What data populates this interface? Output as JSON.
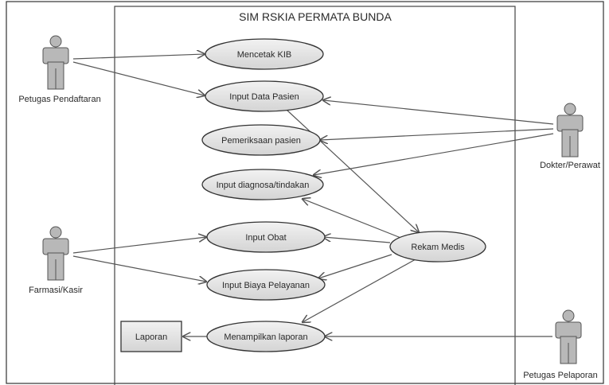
{
  "system": {
    "title": "SIM RSKIA PERMATA BUNDA"
  },
  "actors": [
    {
      "id": "petugas-pendaftaran",
      "label": "Petugas Pendaftaran"
    },
    {
      "id": "dokter-perawat",
      "label": "Dokter/Perawat"
    },
    {
      "id": "farmasi-kasir",
      "label": "Farmasi/Kasir"
    },
    {
      "id": "petugas-pelaporan",
      "label": "Petugas Pelaporan"
    }
  ],
  "use_cases": [
    {
      "id": "mencetak-kib",
      "label": "Mencetak KIB"
    },
    {
      "id": "input-data-pasien",
      "label": "Input Data Pasien"
    },
    {
      "id": "pemeriksaan-pasien",
      "label": "Pemeriksaan pasien"
    },
    {
      "id": "input-diagnosa",
      "label": "Input diagnosa/tindakan"
    },
    {
      "id": "input-obat",
      "label": "Input Obat"
    },
    {
      "id": "input-biaya",
      "label": "Input Biaya Pelayanan"
    },
    {
      "id": "menampilkan-laporan",
      "label": "Menampilkan laporan"
    },
    {
      "id": "rekam-medis",
      "label": "Rekam Medis"
    }
  ],
  "artifacts": [
    {
      "id": "laporan",
      "label": "Laporan"
    }
  ],
  "relations": [
    {
      "from": "petugas-pendaftaran",
      "to": "mencetak-kib"
    },
    {
      "from": "petugas-pendaftaran",
      "to": "input-data-pasien"
    },
    {
      "from": "dokter-perawat",
      "to": "input-data-pasien"
    },
    {
      "from": "dokter-perawat",
      "to": "pemeriksaan-pasien"
    },
    {
      "from": "dokter-perawat",
      "to": "input-diagnosa"
    },
    {
      "from": "input-data-pasien",
      "to": "rekam-medis"
    },
    {
      "from": "rekam-medis",
      "to": "input-diagnosa"
    },
    {
      "from": "rekam-medis",
      "to": "input-obat"
    },
    {
      "from": "rekam-medis",
      "to": "input-biaya"
    },
    {
      "from": "rekam-medis",
      "to": "menampilkan-laporan"
    },
    {
      "from": "farmasi-kasir",
      "to": "input-obat"
    },
    {
      "from": "farmasi-kasir",
      "to": "input-biaya"
    },
    {
      "from": "petugas-pelaporan",
      "to": "menampilkan-laporan"
    },
    {
      "from": "menampilkan-laporan",
      "to": "laporan"
    }
  ],
  "colors": {
    "usecase_fill": "#e2e2e2",
    "actor_fill": "#b8b8b8",
    "stroke": "#3a3a3a",
    "arrow": "#555555"
  }
}
